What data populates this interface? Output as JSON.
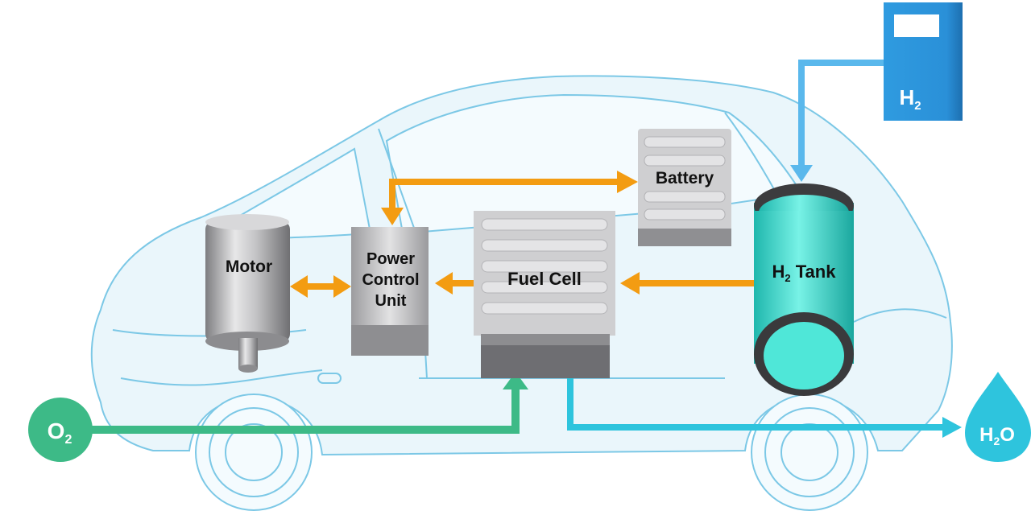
{
  "components": {
    "motor": "Motor",
    "pcu_line1": "Power",
    "pcu_line2": "Control",
    "pcu_line3": "Unit",
    "fuel_cell": "Fuel Cell",
    "battery": "Battery",
    "tank_h": "H",
    "tank_sub": "2",
    "tank_rest": " Tank"
  },
  "pump": {
    "h": "H",
    "sub": "2"
  },
  "oxygen": {
    "o": "O",
    "sub": "2"
  },
  "water": {
    "h": "H",
    "sub": "2",
    "o": "O"
  },
  "colors": {
    "car_outline": "#7cc8e6",
    "car_fill": "#eaf6fb",
    "energy_arrow": "#f39c12",
    "oxygen": "#3dba87",
    "water": "#2ec4dd",
    "hydrogen": "#2d8fd6",
    "tank": "#44e6d6",
    "metal": "#a9a9ab"
  }
}
